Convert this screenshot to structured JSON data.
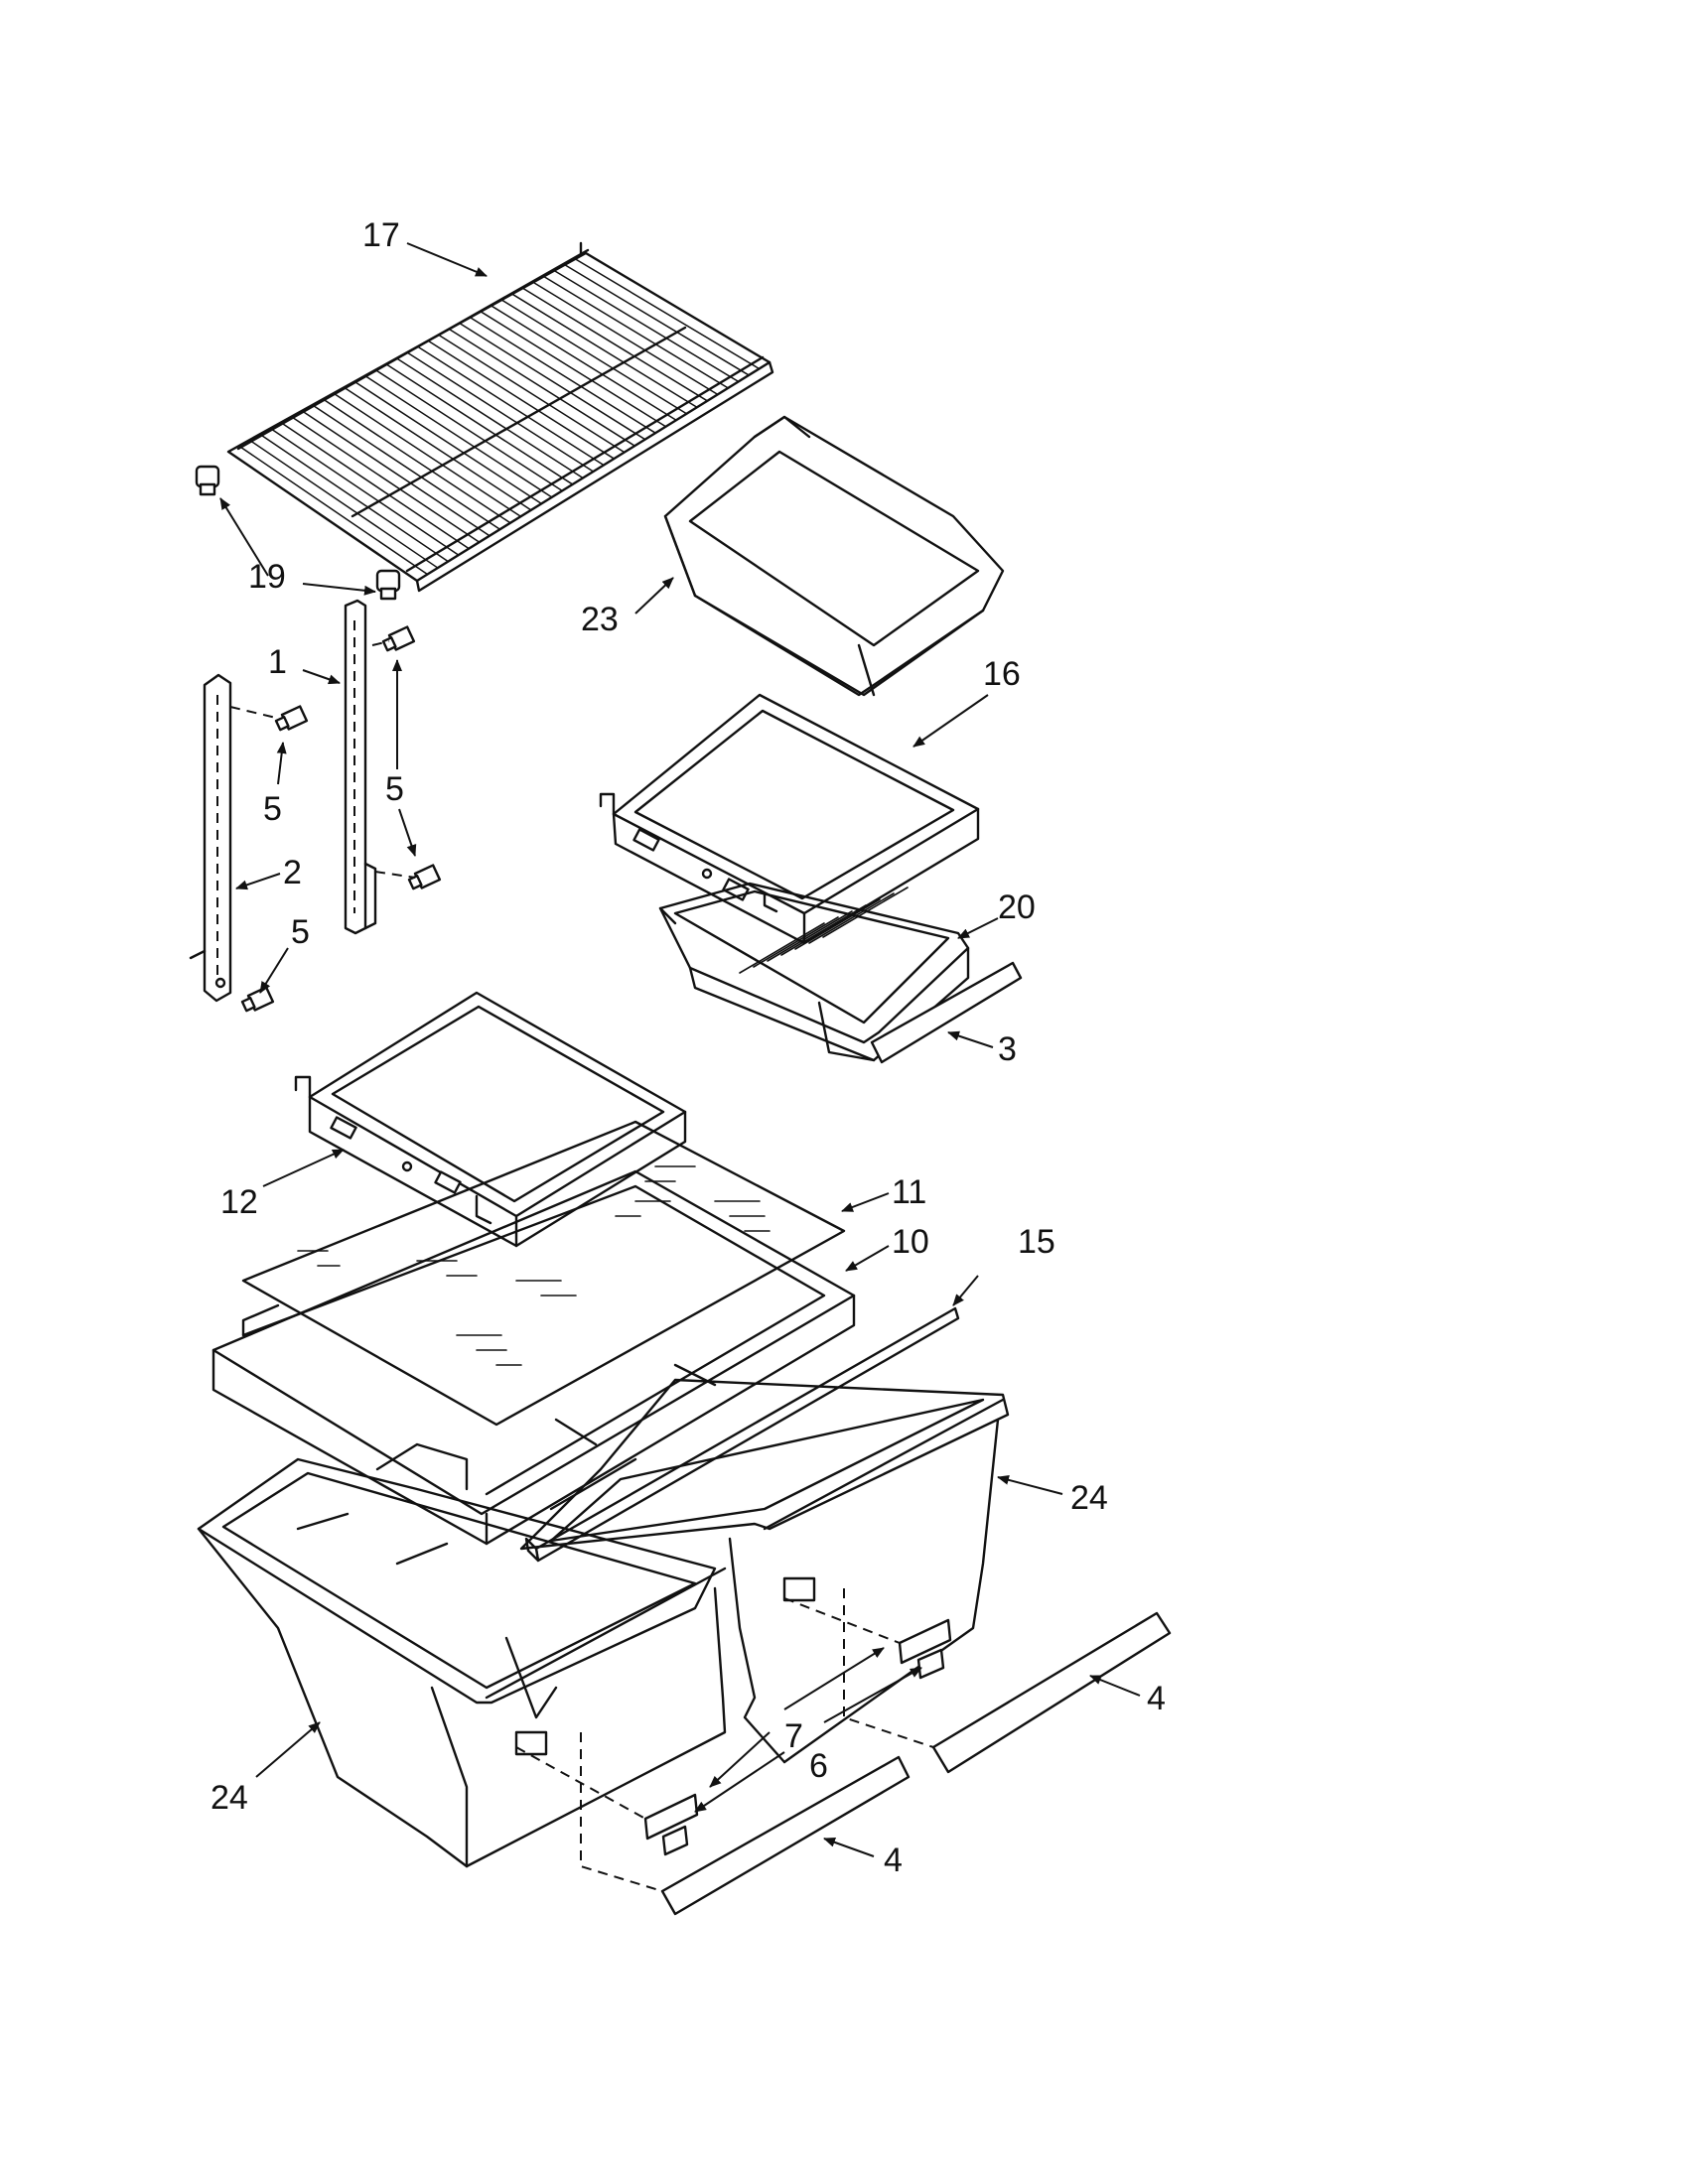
{
  "callouts": [
    {
      "id": "c17",
      "text": "17"
    },
    {
      "id": "c19",
      "text": "19"
    },
    {
      "id": "c23",
      "text": "23"
    },
    {
      "id": "c1",
      "text": "1"
    },
    {
      "id": "c16",
      "text": "16"
    },
    {
      "id": "c5a",
      "text": "5"
    },
    {
      "id": "c5b",
      "text": "5"
    },
    {
      "id": "c2",
      "text": "2"
    },
    {
      "id": "c20",
      "text": "20"
    },
    {
      "id": "c5c",
      "text": "5"
    },
    {
      "id": "c3",
      "text": "3"
    },
    {
      "id": "c11",
      "text": "11"
    },
    {
      "id": "c12",
      "text": "12"
    },
    {
      "id": "c10",
      "text": "10"
    },
    {
      "id": "c15",
      "text": "15"
    },
    {
      "id": "c24a",
      "text": "24"
    },
    {
      "id": "c4a",
      "text": "4"
    },
    {
      "id": "c7",
      "text": "7"
    },
    {
      "id": "c6",
      "text": "6"
    },
    {
      "id": "c24b",
      "text": "24"
    },
    {
      "id": "c4b",
      "text": "4"
    }
  ]
}
